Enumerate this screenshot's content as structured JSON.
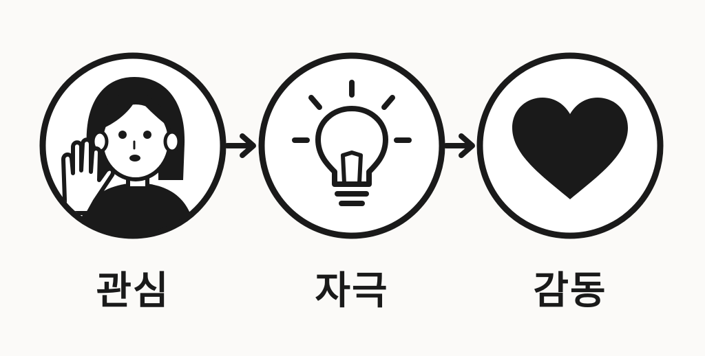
{
  "steps": [
    {
      "label": "관심",
      "icon": "person-waving-icon"
    },
    {
      "label": "자극",
      "icon": "lightbulb-icon"
    },
    {
      "label": "감동",
      "icon": "heart-icon"
    }
  ],
  "connectors": [
    "arrow-right-icon",
    "arrow-right-icon"
  ],
  "colors": {
    "background": "#fbfaf8",
    "ink": "#1a1a1a",
    "fill": "#ffffff"
  }
}
